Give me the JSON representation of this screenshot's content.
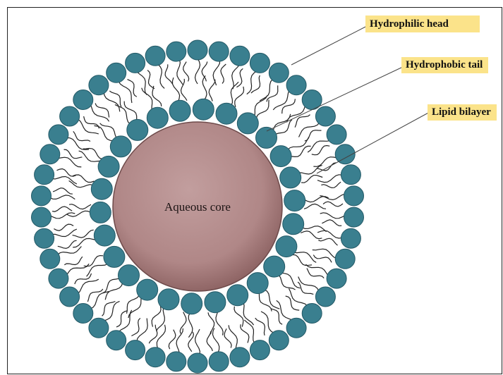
{
  "labels": {
    "hydrophilic_head": "Hydrophilic head",
    "hydrophobic_tail": "Hydrophobic tail",
    "lipid_bilayer": "Lipid bilayer",
    "aqueous_core": "Aqueous core"
  },
  "colors": {
    "head_fill": "#3a7f8f",
    "head_stroke": "#235966",
    "core_fill": "#b48a8a",
    "label_background": "#fbe38a",
    "tail_stroke": "#222222"
  },
  "structure": {
    "outer_layer_heads": 46,
    "inner_layer_heads": 26
  }
}
